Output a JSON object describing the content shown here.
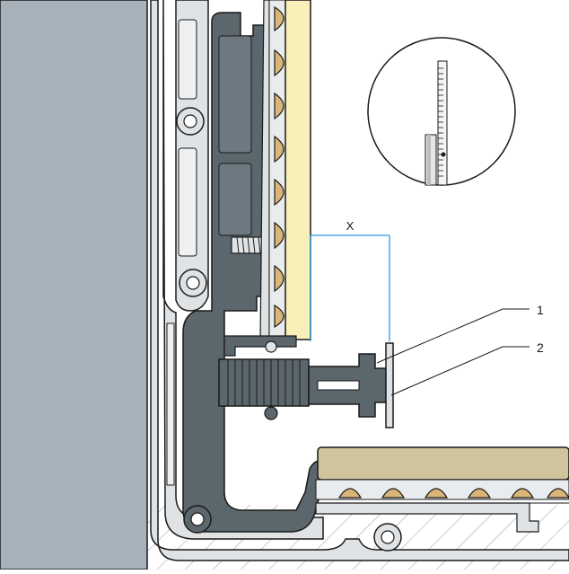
{
  "dimension": {
    "label": "X"
  },
  "callouts": [
    {
      "label": "1"
    },
    {
      "label": "2"
    }
  ],
  "colors": {
    "wall": "#a7b2ba",
    "profile_light": "#dfe3e6",
    "profile_dark": "#5b666d",
    "panel": "#f9efb9",
    "dowel": "#d9b578",
    "board": "#cfc49c",
    "dimension_line": "#2a9be0",
    "outline": "#1a1a1a"
  }
}
